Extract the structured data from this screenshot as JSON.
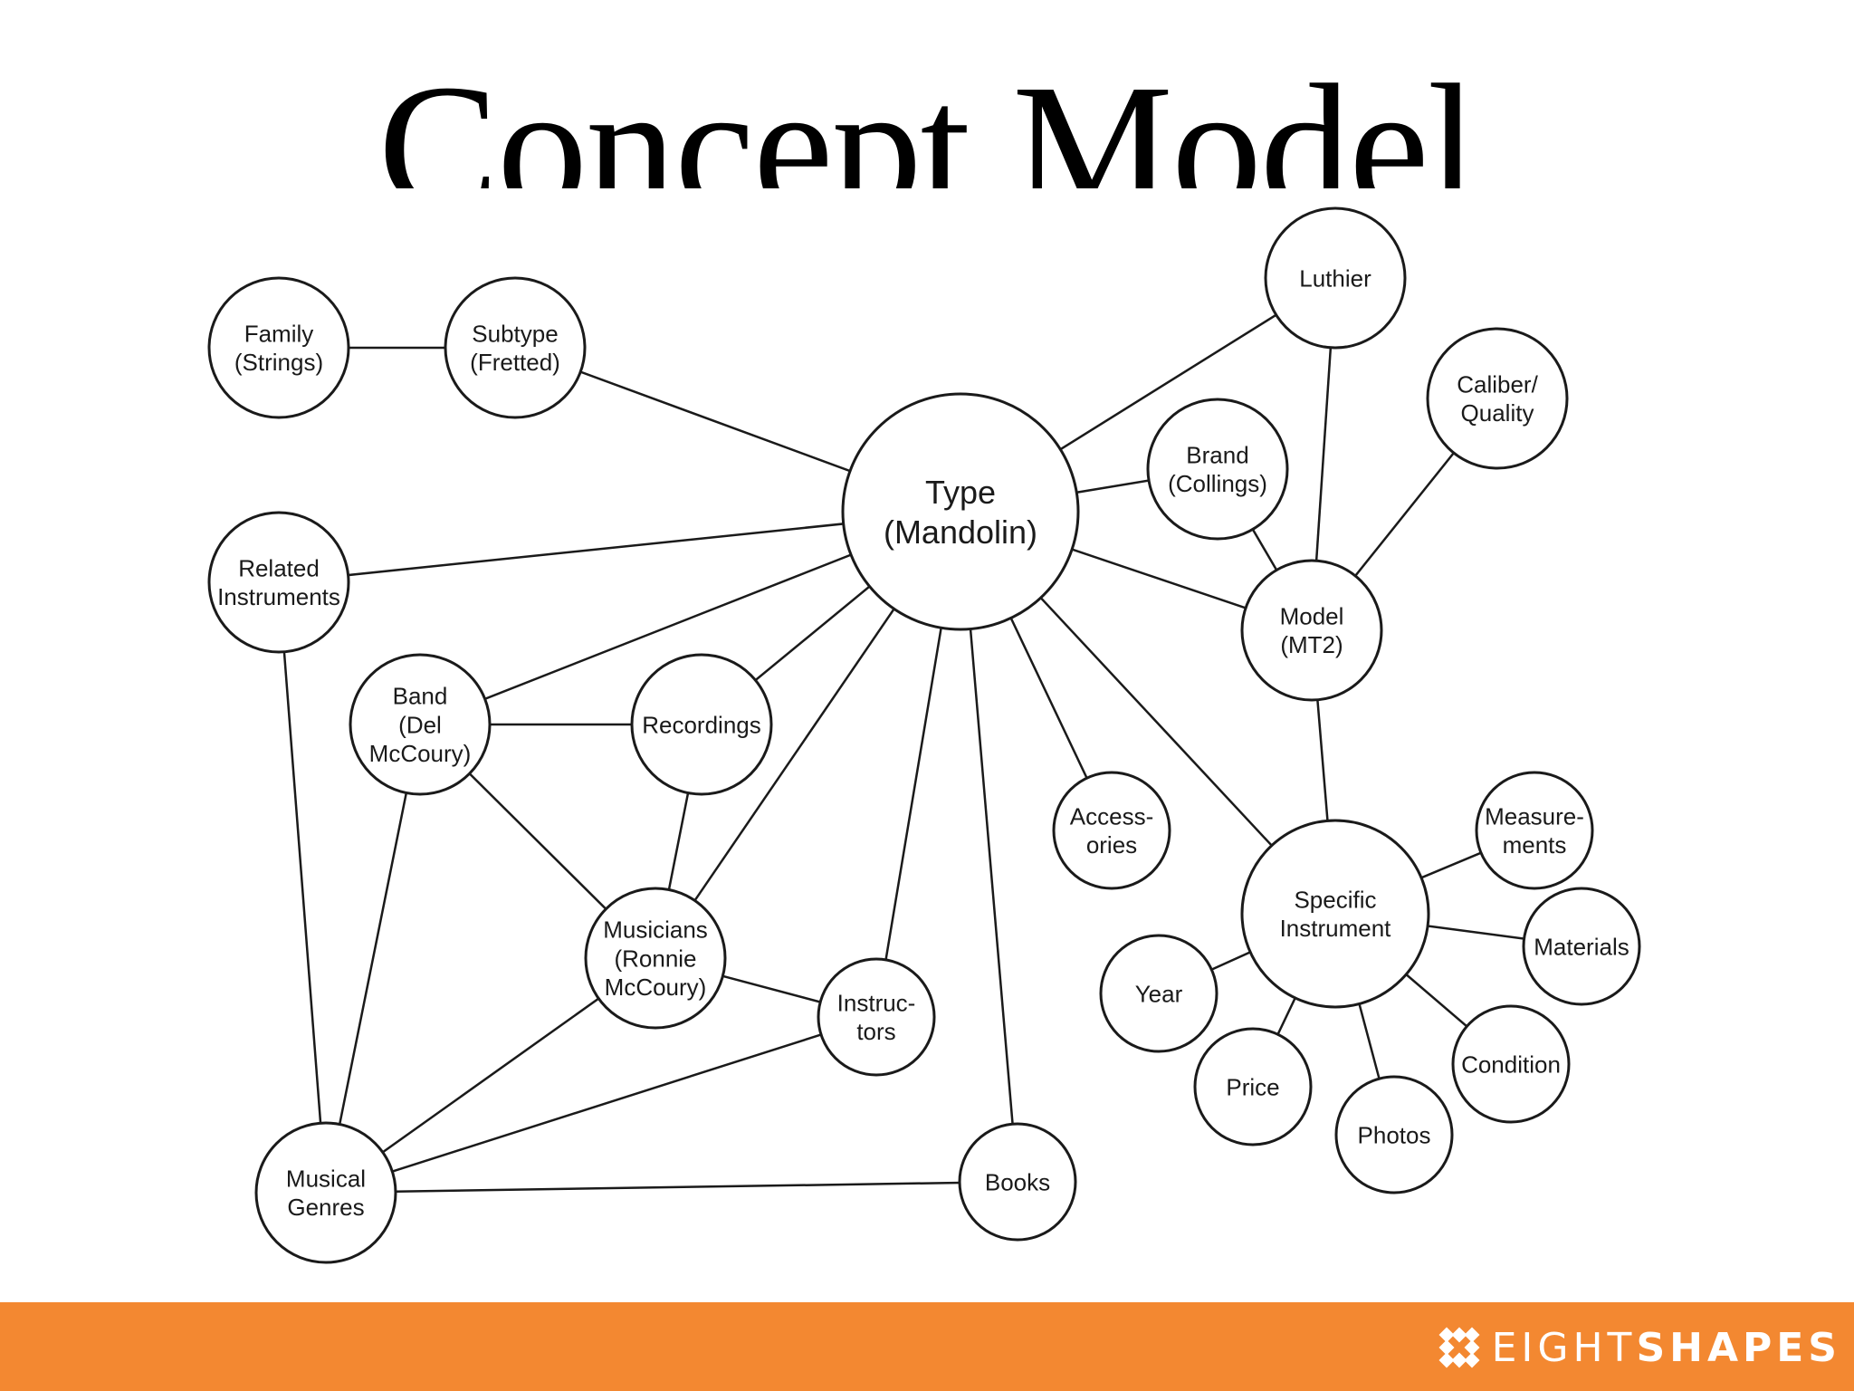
{
  "title": "Concept Model",
  "footer": {
    "brand_light": "EIGHT",
    "brand_bold": "SHAPES",
    "background_color": "#f38831",
    "text_color": "#ffffff",
    "logo_icon": "eightshapes-logo-icon"
  },
  "nodes": [
    {
      "id": "type",
      "lines": [
        "Type",
        "(Mandolin)"
      ]
    },
    {
      "id": "family",
      "lines": [
        "Family",
        "(Strings)"
      ]
    },
    {
      "id": "subtype",
      "lines": [
        "Subtype",
        "(Fretted)"
      ]
    },
    {
      "id": "luthier",
      "lines": [
        "Luthier"
      ]
    },
    {
      "id": "caliber",
      "lines": [
        "Caliber/",
        "Quality"
      ]
    },
    {
      "id": "brand",
      "lines": [
        "Brand",
        "(Collings)"
      ]
    },
    {
      "id": "model",
      "lines": [
        "Model",
        "(MT2)"
      ]
    },
    {
      "id": "related",
      "lines": [
        "Related",
        "Instruments"
      ]
    },
    {
      "id": "band",
      "lines": [
        "Band",
        "(Del",
        "McCoury)"
      ]
    },
    {
      "id": "recordings",
      "lines": [
        "Recordings"
      ]
    },
    {
      "id": "musicians",
      "lines": [
        "Musicians",
        "(Ronnie",
        "McCoury)"
      ]
    },
    {
      "id": "instructors",
      "lines": [
        "Instruc-",
        "tors"
      ]
    },
    {
      "id": "accessories",
      "lines": [
        "Access-",
        "ories"
      ]
    },
    {
      "id": "specific",
      "lines": [
        "Specific",
        "Instrument"
      ]
    },
    {
      "id": "measurements",
      "lines": [
        "Measure-",
        "ments"
      ]
    },
    {
      "id": "materials",
      "lines": [
        "Materials"
      ]
    },
    {
      "id": "condition",
      "lines": [
        "Condition"
      ]
    },
    {
      "id": "photos",
      "lines": [
        "Photos"
      ]
    },
    {
      "id": "price",
      "lines": [
        "Price"
      ]
    },
    {
      "id": "year",
      "lines": [
        "Year"
      ]
    },
    {
      "id": "genres",
      "lines": [
        "Musical",
        "Genres"
      ]
    },
    {
      "id": "books",
      "lines": [
        "Books"
      ]
    }
  ],
  "edges": [
    [
      "family",
      "subtype"
    ],
    [
      "subtype",
      "type"
    ],
    [
      "type",
      "luthier"
    ],
    [
      "type",
      "brand"
    ],
    [
      "type",
      "model"
    ],
    [
      "type",
      "related"
    ],
    [
      "type",
      "band"
    ],
    [
      "type",
      "recordings"
    ],
    [
      "type",
      "musicians"
    ],
    [
      "type",
      "instructors"
    ],
    [
      "type",
      "books"
    ],
    [
      "type",
      "accessories"
    ],
    [
      "type",
      "specific"
    ],
    [
      "luthier",
      "model"
    ],
    [
      "caliber",
      "model"
    ],
    [
      "brand",
      "model"
    ],
    [
      "model",
      "specific"
    ],
    [
      "related",
      "genres"
    ],
    [
      "band",
      "recordings"
    ],
    [
      "band",
      "musicians"
    ],
    [
      "band",
      "genres"
    ],
    [
      "recordings",
      "musicians"
    ],
    [
      "musicians",
      "instructors"
    ],
    [
      "musicians",
      "genres"
    ],
    [
      "instructors",
      "genres"
    ],
    [
      "genres",
      "books"
    ],
    [
      "specific",
      "measurements"
    ],
    [
      "specific",
      "materials"
    ],
    [
      "specific",
      "condition"
    ],
    [
      "specific",
      "photos"
    ],
    [
      "specific",
      "price"
    ],
    [
      "specific",
      "year"
    ]
  ]
}
